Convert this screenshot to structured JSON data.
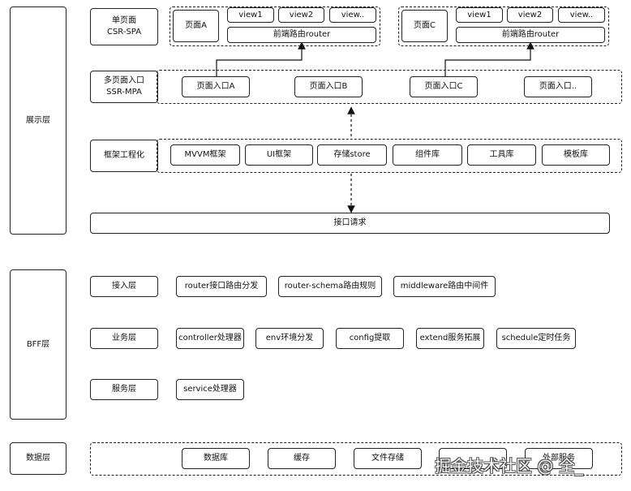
{
  "layers": {
    "display": "展示层",
    "bff": "BFF层",
    "data": "数据层"
  },
  "spa": {
    "title_line1": "单页面",
    "title_line2": "CSR-SPA",
    "group_a": {
      "page": "页面A",
      "views": [
        "view1",
        "view2",
        "view.."
      ],
      "router": "前端路由router"
    },
    "group_c": {
      "page": "页面C",
      "views": [
        "view1",
        "view2",
        "view.."
      ],
      "router": "前端路由router"
    }
  },
  "mpa": {
    "title_line1": "多页面入口",
    "title_line2": "SSR-MPA",
    "entries": [
      "页面入口A",
      "页面入口B",
      "页面入口C",
      "页面入口.."
    ]
  },
  "framework": {
    "title": "框架工程化",
    "items": [
      "MVVM框架",
      "UI框架",
      "存储store",
      "组件库",
      "工具库",
      "模板库"
    ]
  },
  "api_request": "接口请求",
  "bff": {
    "access": {
      "title": "接入层",
      "items": [
        "router接口路由分发",
        "router-schema路由规则",
        "middleware路由中间件"
      ]
    },
    "business": {
      "title": "业务层",
      "items": [
        "controller处理器",
        "env环境分发",
        "config提取",
        "extend服务拓展",
        "schedule定时任务"
      ]
    },
    "service": {
      "title": "服务层",
      "items": [
        "service处理器"
      ]
    }
  },
  "data": {
    "items": [
      "数据库",
      "缓存",
      "文件存储",
      "",
      "外部服务"
    ]
  },
  "watermark": "掘金技术社区 @ 全_"
}
